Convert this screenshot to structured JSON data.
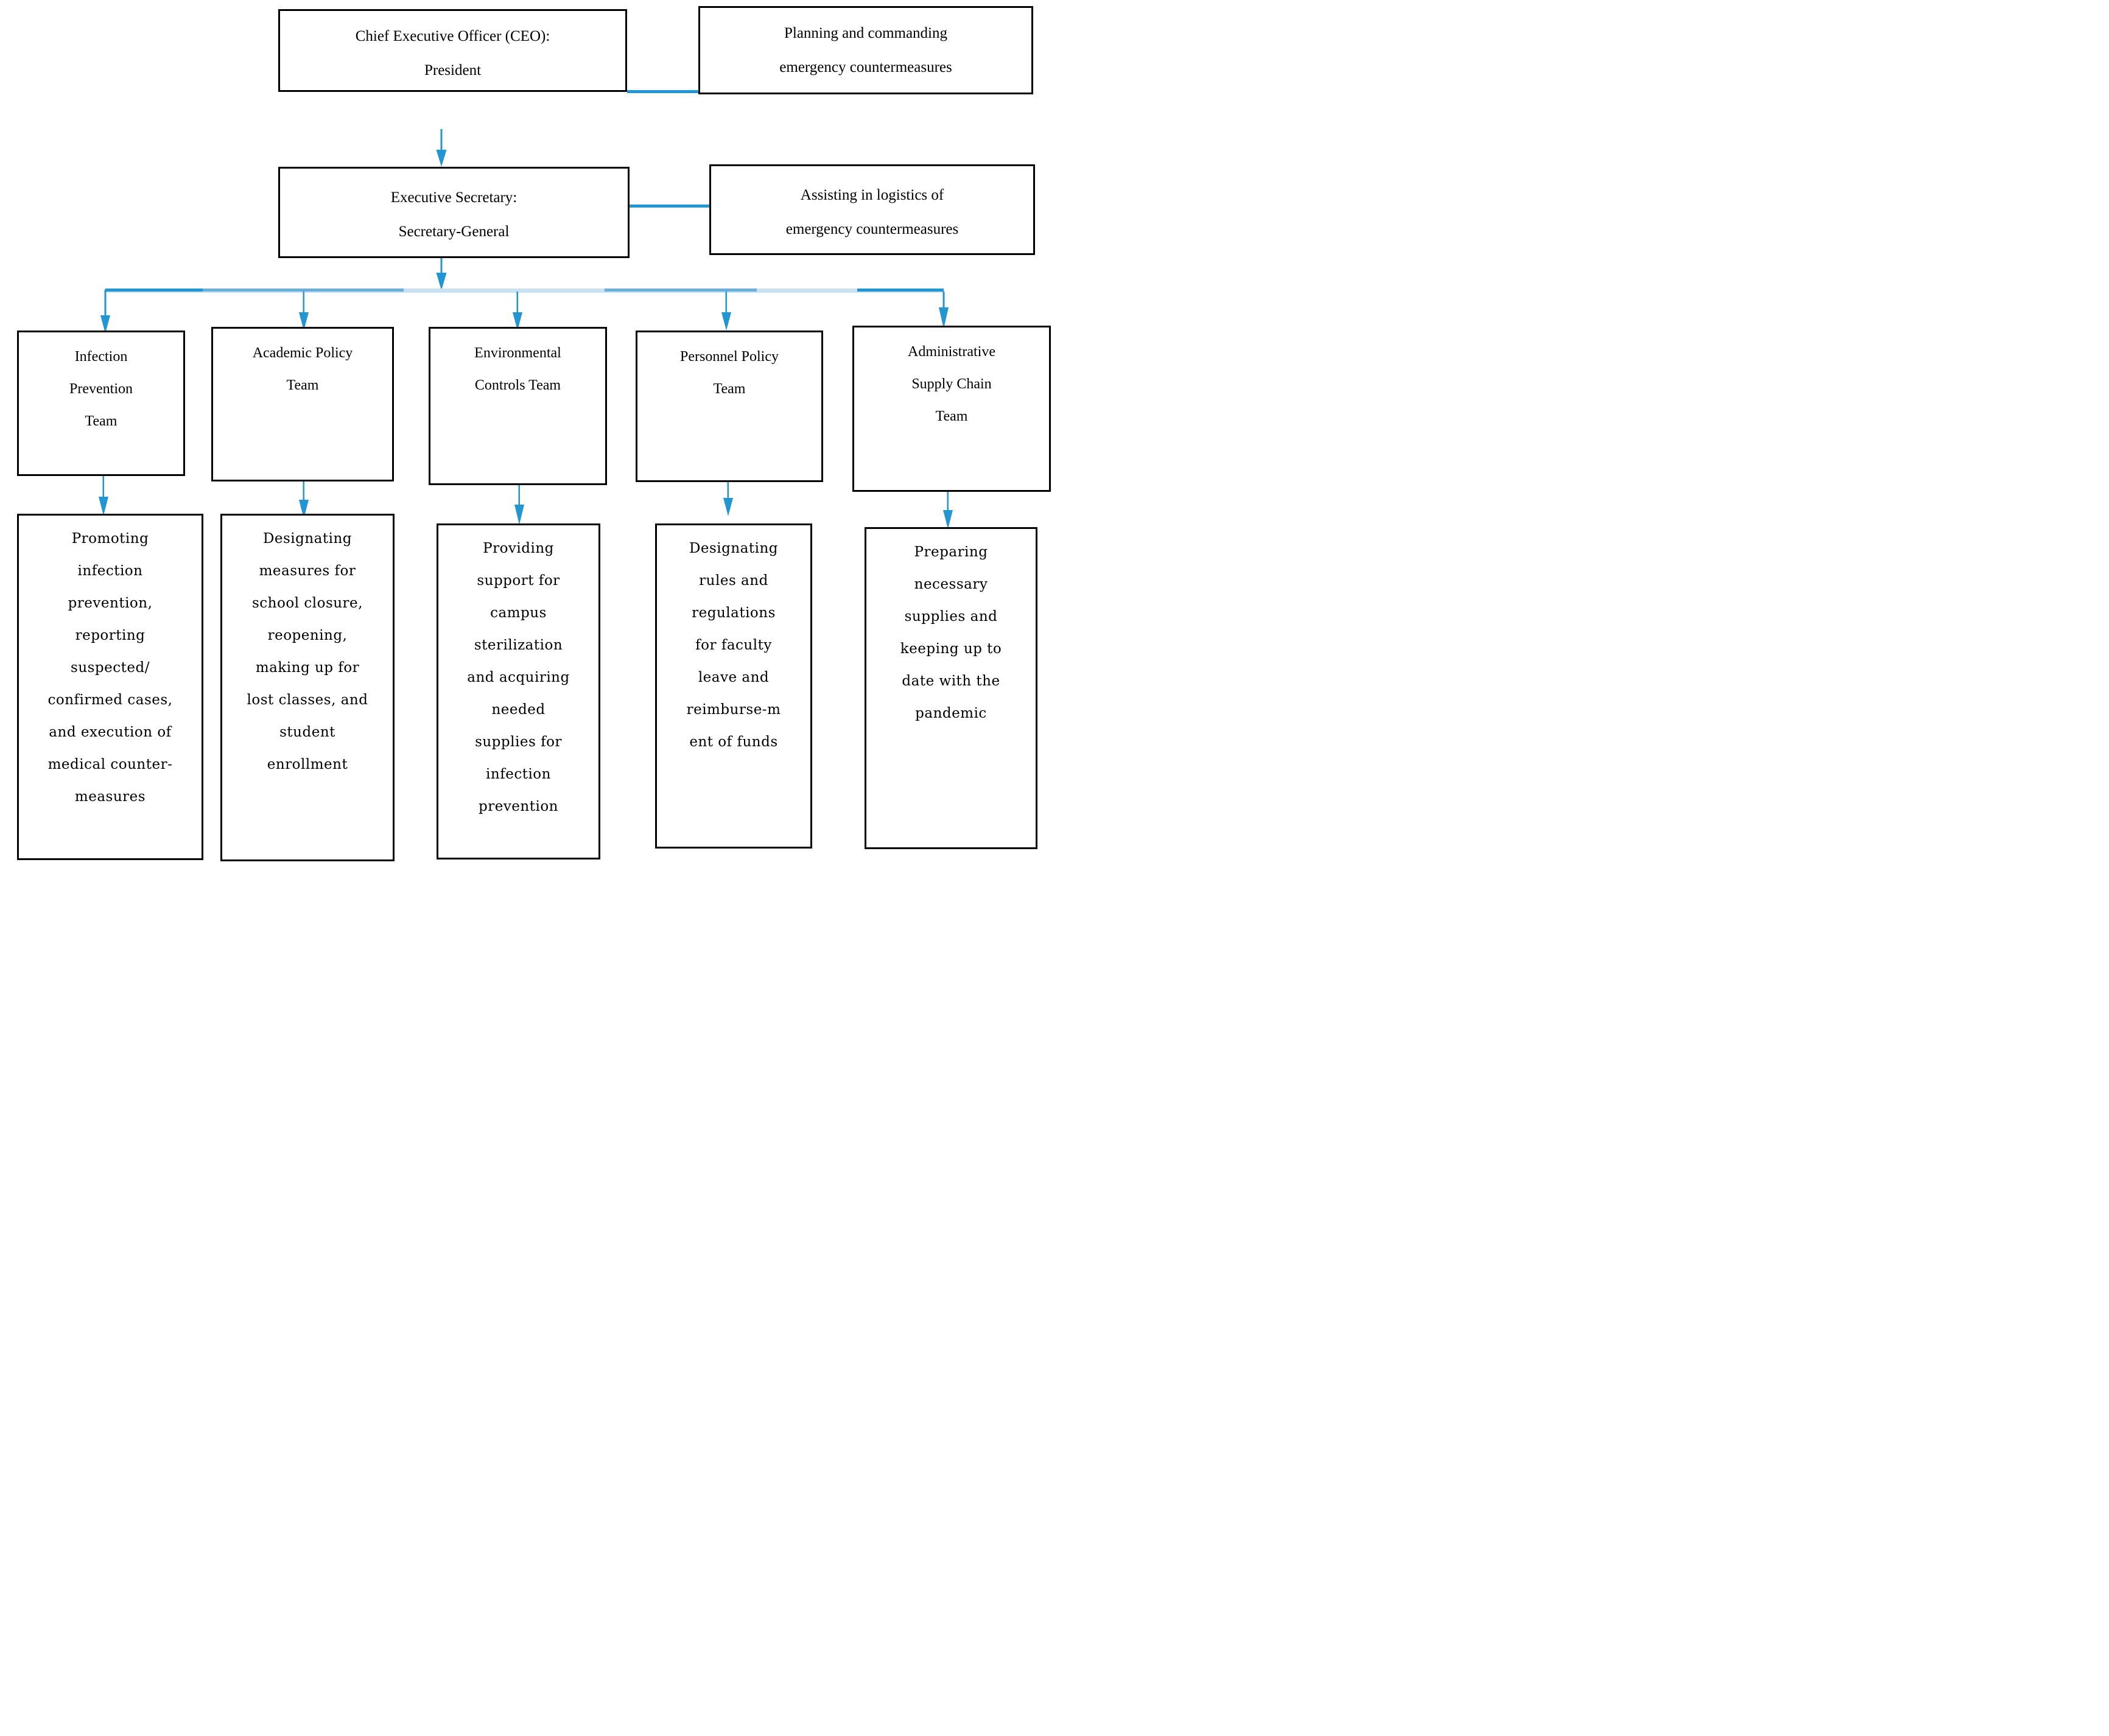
{
  "colors": {
    "accent": "#2196d3",
    "accent_mid": "#6aaede",
    "accent_light": "#c9e1f2",
    "box_border": "#000000"
  },
  "ceo": {
    "lines": [
      "Chief Executive Officer (CEO):",
      "President"
    ]
  },
  "ceo_role": {
    "lines": [
      "Planning and commanding",
      "emergency countermeasures"
    ]
  },
  "secretary": {
    "lines": [
      "Executive Secretary:",
      "Secretary-General"
    ]
  },
  "secretary_role": {
    "lines": [
      "Assisting in logistics of",
      "emergency countermeasures"
    ]
  },
  "teams": [
    {
      "name_lines": [
        "Infection",
        "Prevention",
        "Team"
      ],
      "desc_lines": [
        "Promoting",
        "infection",
        "prevention,",
        "reporting",
        "suspected/",
        "confirmed cases,",
        "and execution of",
        "medical counter-",
        "measures"
      ]
    },
    {
      "name_lines": [
        "Academic Policy",
        "Team"
      ],
      "desc_lines": [
        "Designating",
        "measures for",
        "school closure,",
        "reopening,",
        "making up for",
        "lost classes, and",
        "student",
        "enrollment"
      ]
    },
    {
      "name_lines": [
        "Environmental",
        "Controls Team"
      ],
      "desc_lines": [
        "Providing",
        "support for",
        "campus",
        "sterilization",
        "and acquiring",
        "needed",
        "supplies for",
        "infection",
        "prevention"
      ]
    },
    {
      "name_lines": [
        "Personnel Policy",
        "Team"
      ],
      "desc_lines": [
        "Designating",
        "rules and",
        "regulations",
        "for faculty",
        "leave and",
        "reimburse-m",
        "ent of funds"
      ]
    },
    {
      "name_lines": [
        "Administrative",
        "Supply Chain",
        "Team"
      ],
      "desc_lines": [
        "Preparing",
        "necessary",
        "supplies and",
        "keeping up to",
        "date with the",
        "pandemic"
      ]
    }
  ]
}
